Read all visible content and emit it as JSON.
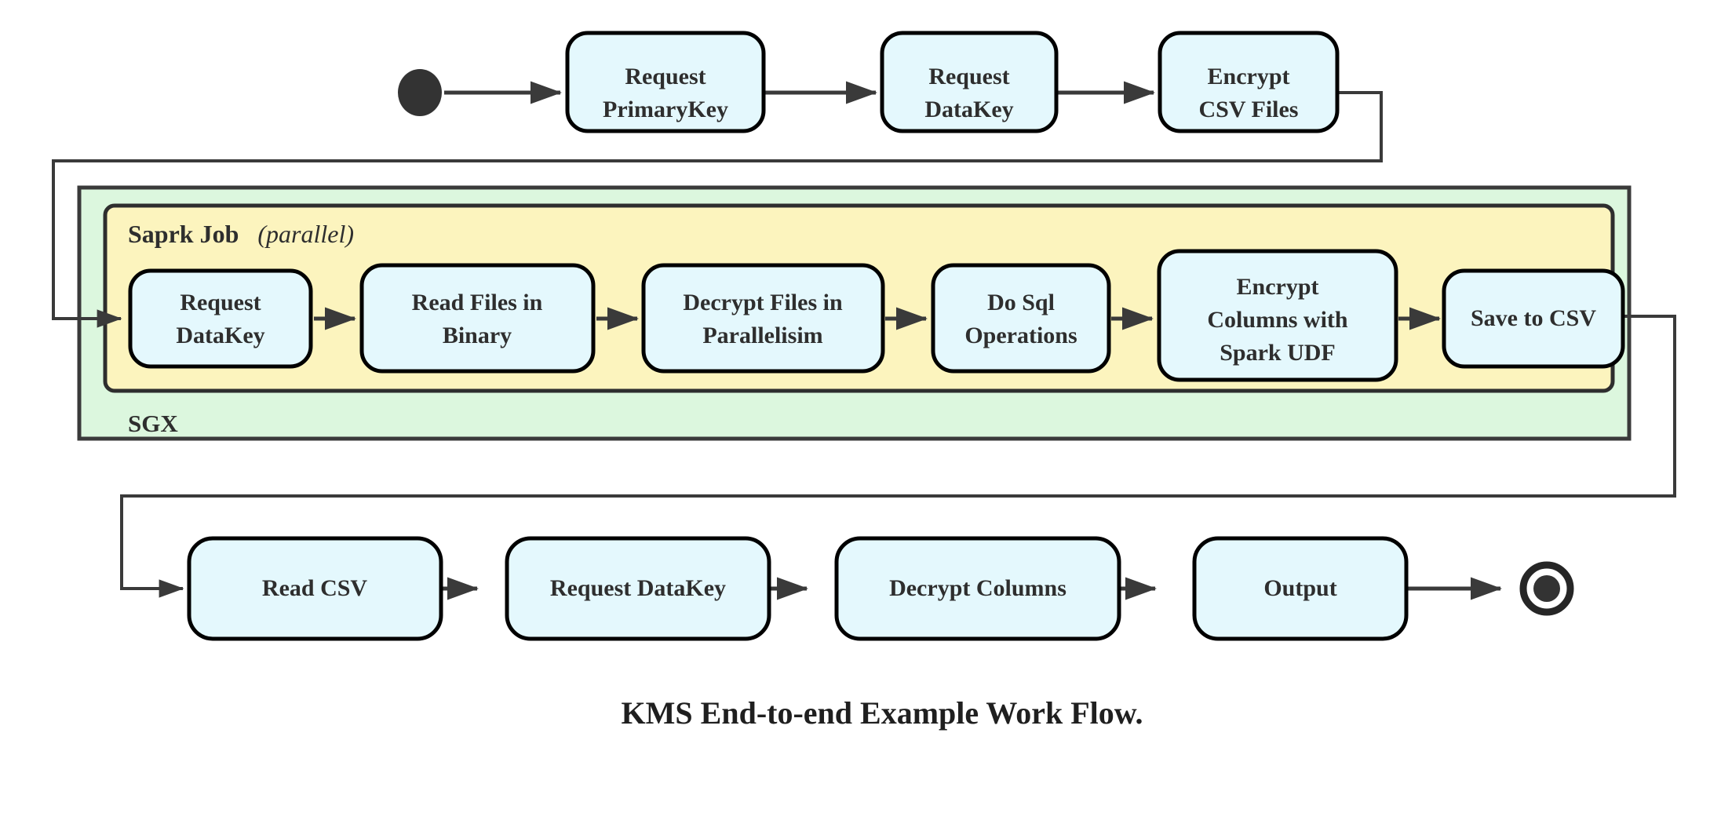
{
  "diagram": {
    "title": "KMS End-to-end Example Work Flow.",
    "type": "activity-flow-diagram",
    "colors": {
      "node_fill": "#e4f8fd",
      "node_stroke": "#000000",
      "sgx_fill": "#dcf7de",
      "spark_fill": "#fcf4be",
      "connector": "#3a3a3a",
      "text": "#2e2e2e"
    },
    "start_node": {
      "name": "start-state"
    },
    "end_node": {
      "name": "final-state"
    },
    "top_row": {
      "nodes": [
        {
          "id": "request-primarykey",
          "lines": [
            "Request",
            "PrimaryKey"
          ]
        },
        {
          "id": "request-datakey-top",
          "lines": [
            "Request",
            "DataKey"
          ]
        },
        {
          "id": "encrypt-csv-files",
          "lines": [
            "Encrypt",
            "CSV Files"
          ]
        }
      ]
    },
    "sgx_group": {
      "label": "SGX",
      "spark_group": {
        "title": "Saprk Job",
        "title_note": "(parallel)",
        "note_text": "parallel",
        "nodes": [
          {
            "id": "request-datakey-spark",
            "lines": [
              "Request",
              "DataKey"
            ]
          },
          {
            "id": "read-files-in-binary",
            "lines": [
              "Read Files in",
              "Binary"
            ]
          },
          {
            "id": "decrypt-files-in-parallelisim",
            "lines": [
              "Decrypt Files in",
              "Parallelisim"
            ]
          },
          {
            "id": "do-sql-operations",
            "lines": [
              "Do Sql",
              "Operations"
            ]
          },
          {
            "id": "encrypt-columns-with-spark-udf",
            "lines": [
              "Encrypt",
              "Columns with",
              "Spark UDF"
            ]
          },
          {
            "id": "save-to-csv",
            "lines": [
              "Save to CSV"
            ]
          }
        ]
      }
    },
    "bottom_row": {
      "nodes": [
        {
          "id": "read-csv",
          "lines": [
            "Read CSV"
          ]
        },
        {
          "id": "request-datakey-bottom",
          "lines": [
            "Request DataKey"
          ]
        },
        {
          "id": "decrypt-columns",
          "lines": [
            "Decrypt Columns"
          ]
        },
        {
          "id": "output",
          "lines": [
            "Output"
          ]
        }
      ]
    }
  }
}
